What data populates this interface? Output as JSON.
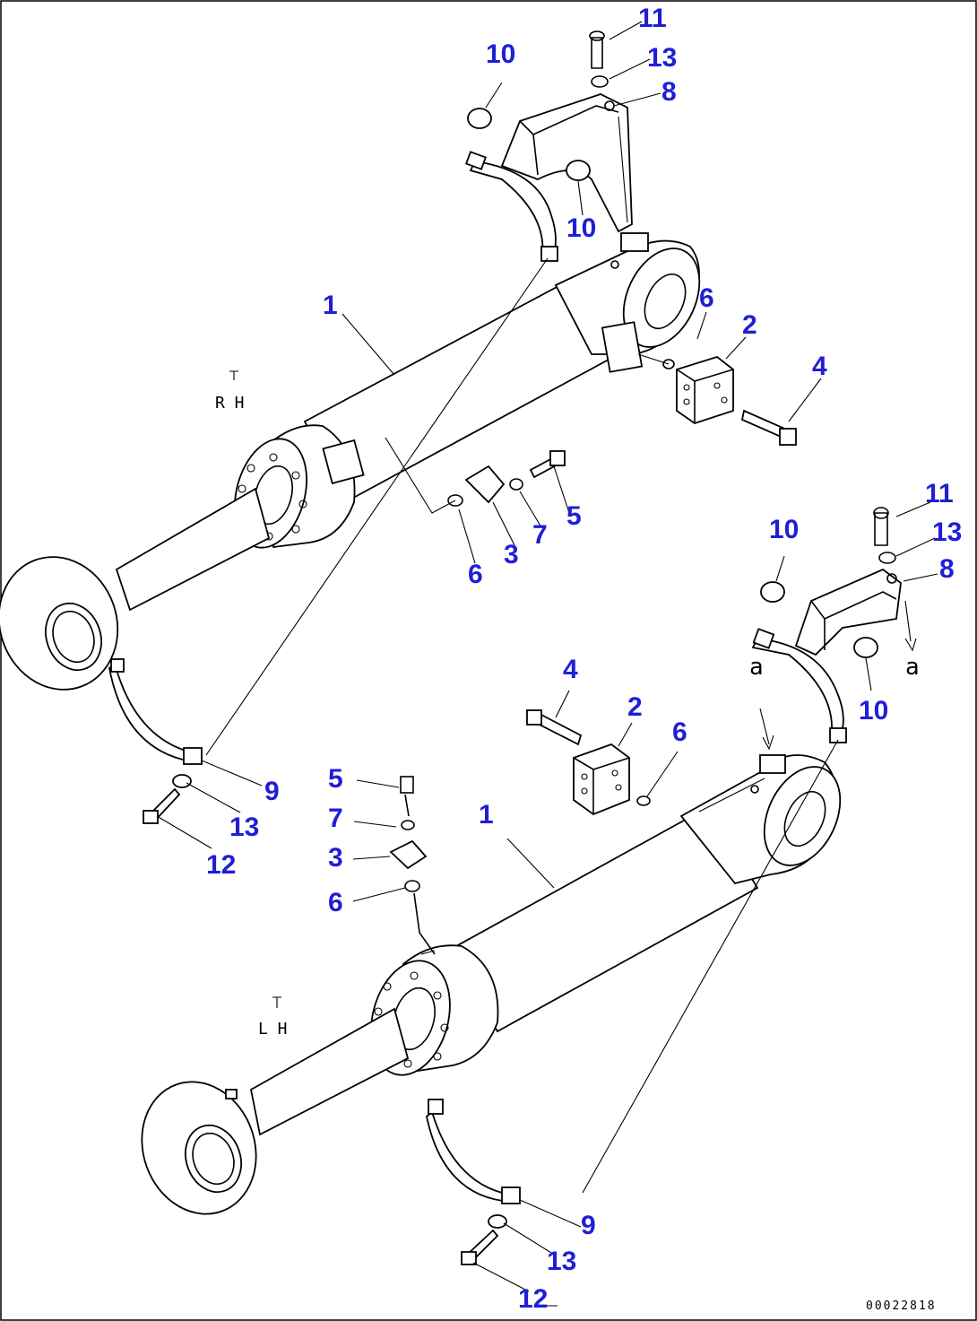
{
  "side_labels": {
    "right": "R H",
    "left": "L H"
  },
  "view_marks": {
    "upper": "a",
    "lower": "a"
  },
  "document_id": "00022818",
  "callouts": {
    "rh": {
      "n11": "11",
      "n13a": "13",
      "n10a": "10",
      "n8": "8",
      "n10b": "10",
      "n1": "1",
      "n6a": "6",
      "n2": "2",
      "n4": "4",
      "n5": "5",
      "n7": "7",
      "n3": "3",
      "n6b": "6",
      "n9": "9",
      "n13b": "13",
      "n12": "12"
    },
    "lh": {
      "n11": "11",
      "n13a": "13",
      "n10a": "10",
      "n8": "8",
      "n10b": "10",
      "n4": "4",
      "n2": "2",
      "n6a": "6",
      "n5": "5",
      "n7": "7",
      "n3": "3",
      "n6b": "6",
      "n1": "1",
      "n9": "9",
      "n13b": "13",
      "n12": "12"
    }
  }
}
